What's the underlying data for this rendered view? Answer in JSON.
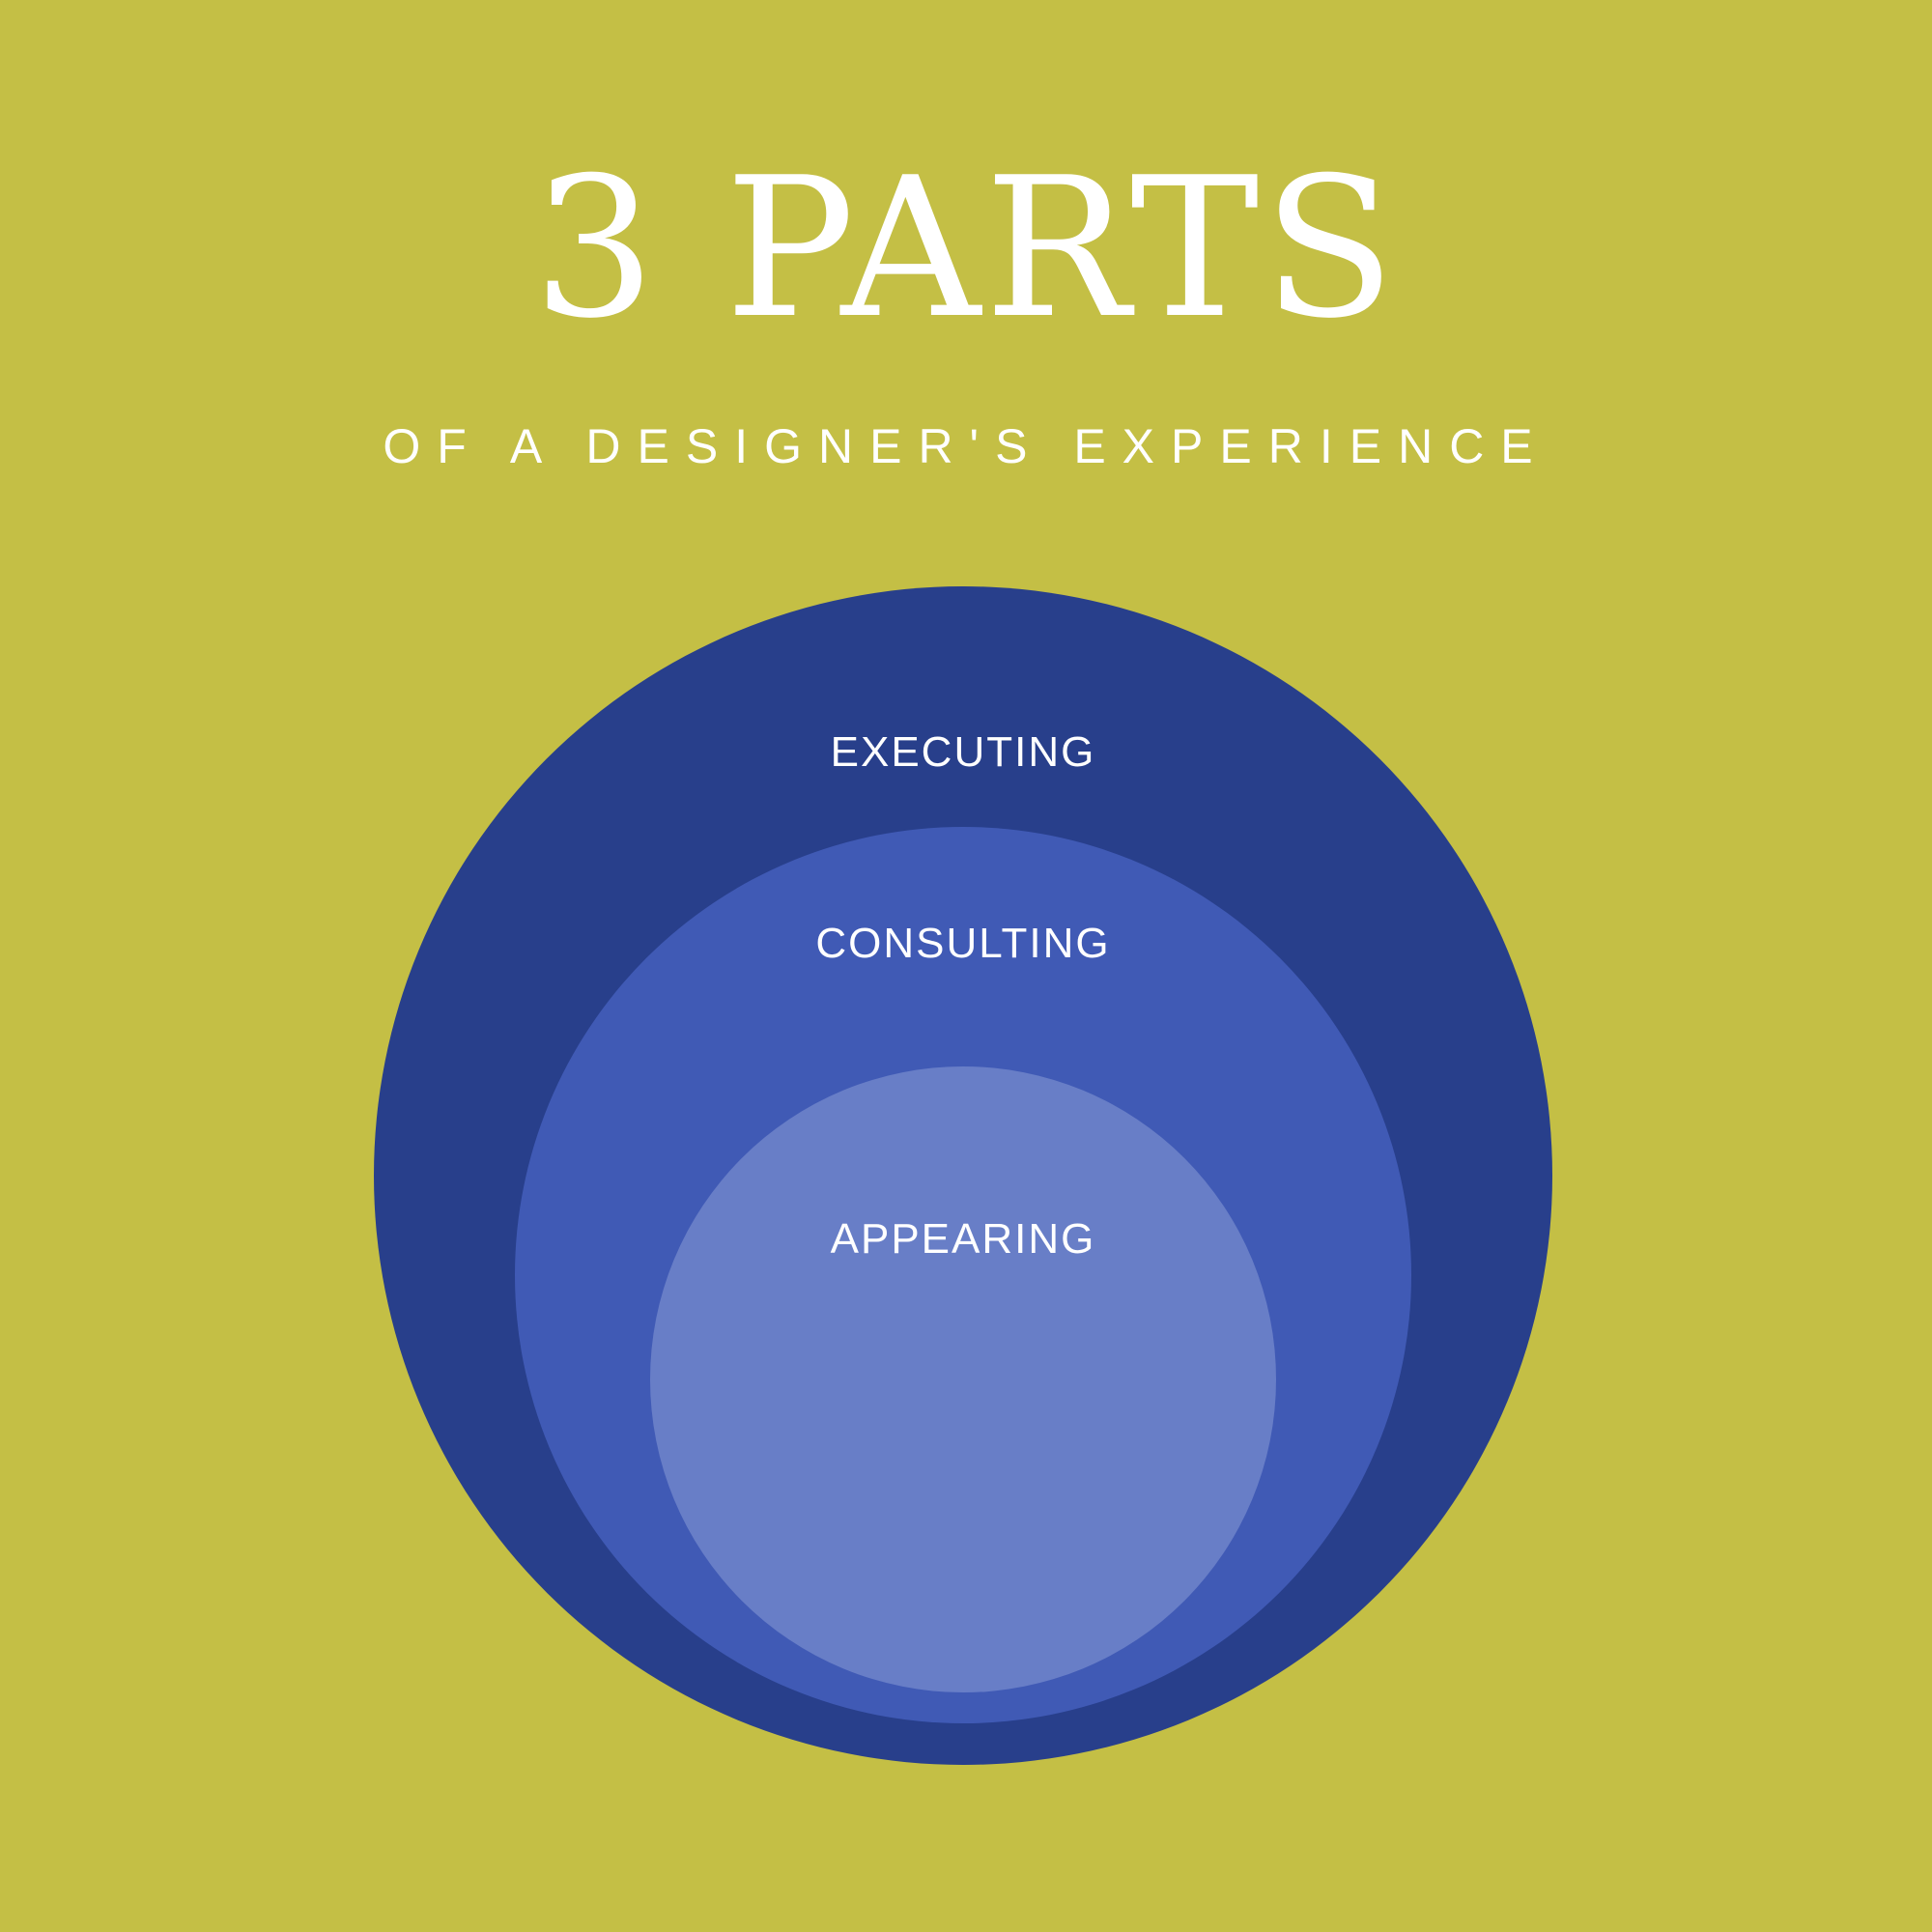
{
  "title": "3 PARTS",
  "subtitle": "OF A DESIGNER'S EXPERIENCE",
  "colors": {
    "background": "#c4bf45",
    "text": "#ffffff",
    "outer_circle": "#283f8b",
    "middle_circle": "#405ab5",
    "inner_circle": "#687ec7"
  },
  "rings": [
    {
      "label": "EXECUTING"
    },
    {
      "label": "CONSULTING"
    },
    {
      "label": "APPEARING"
    }
  ]
}
